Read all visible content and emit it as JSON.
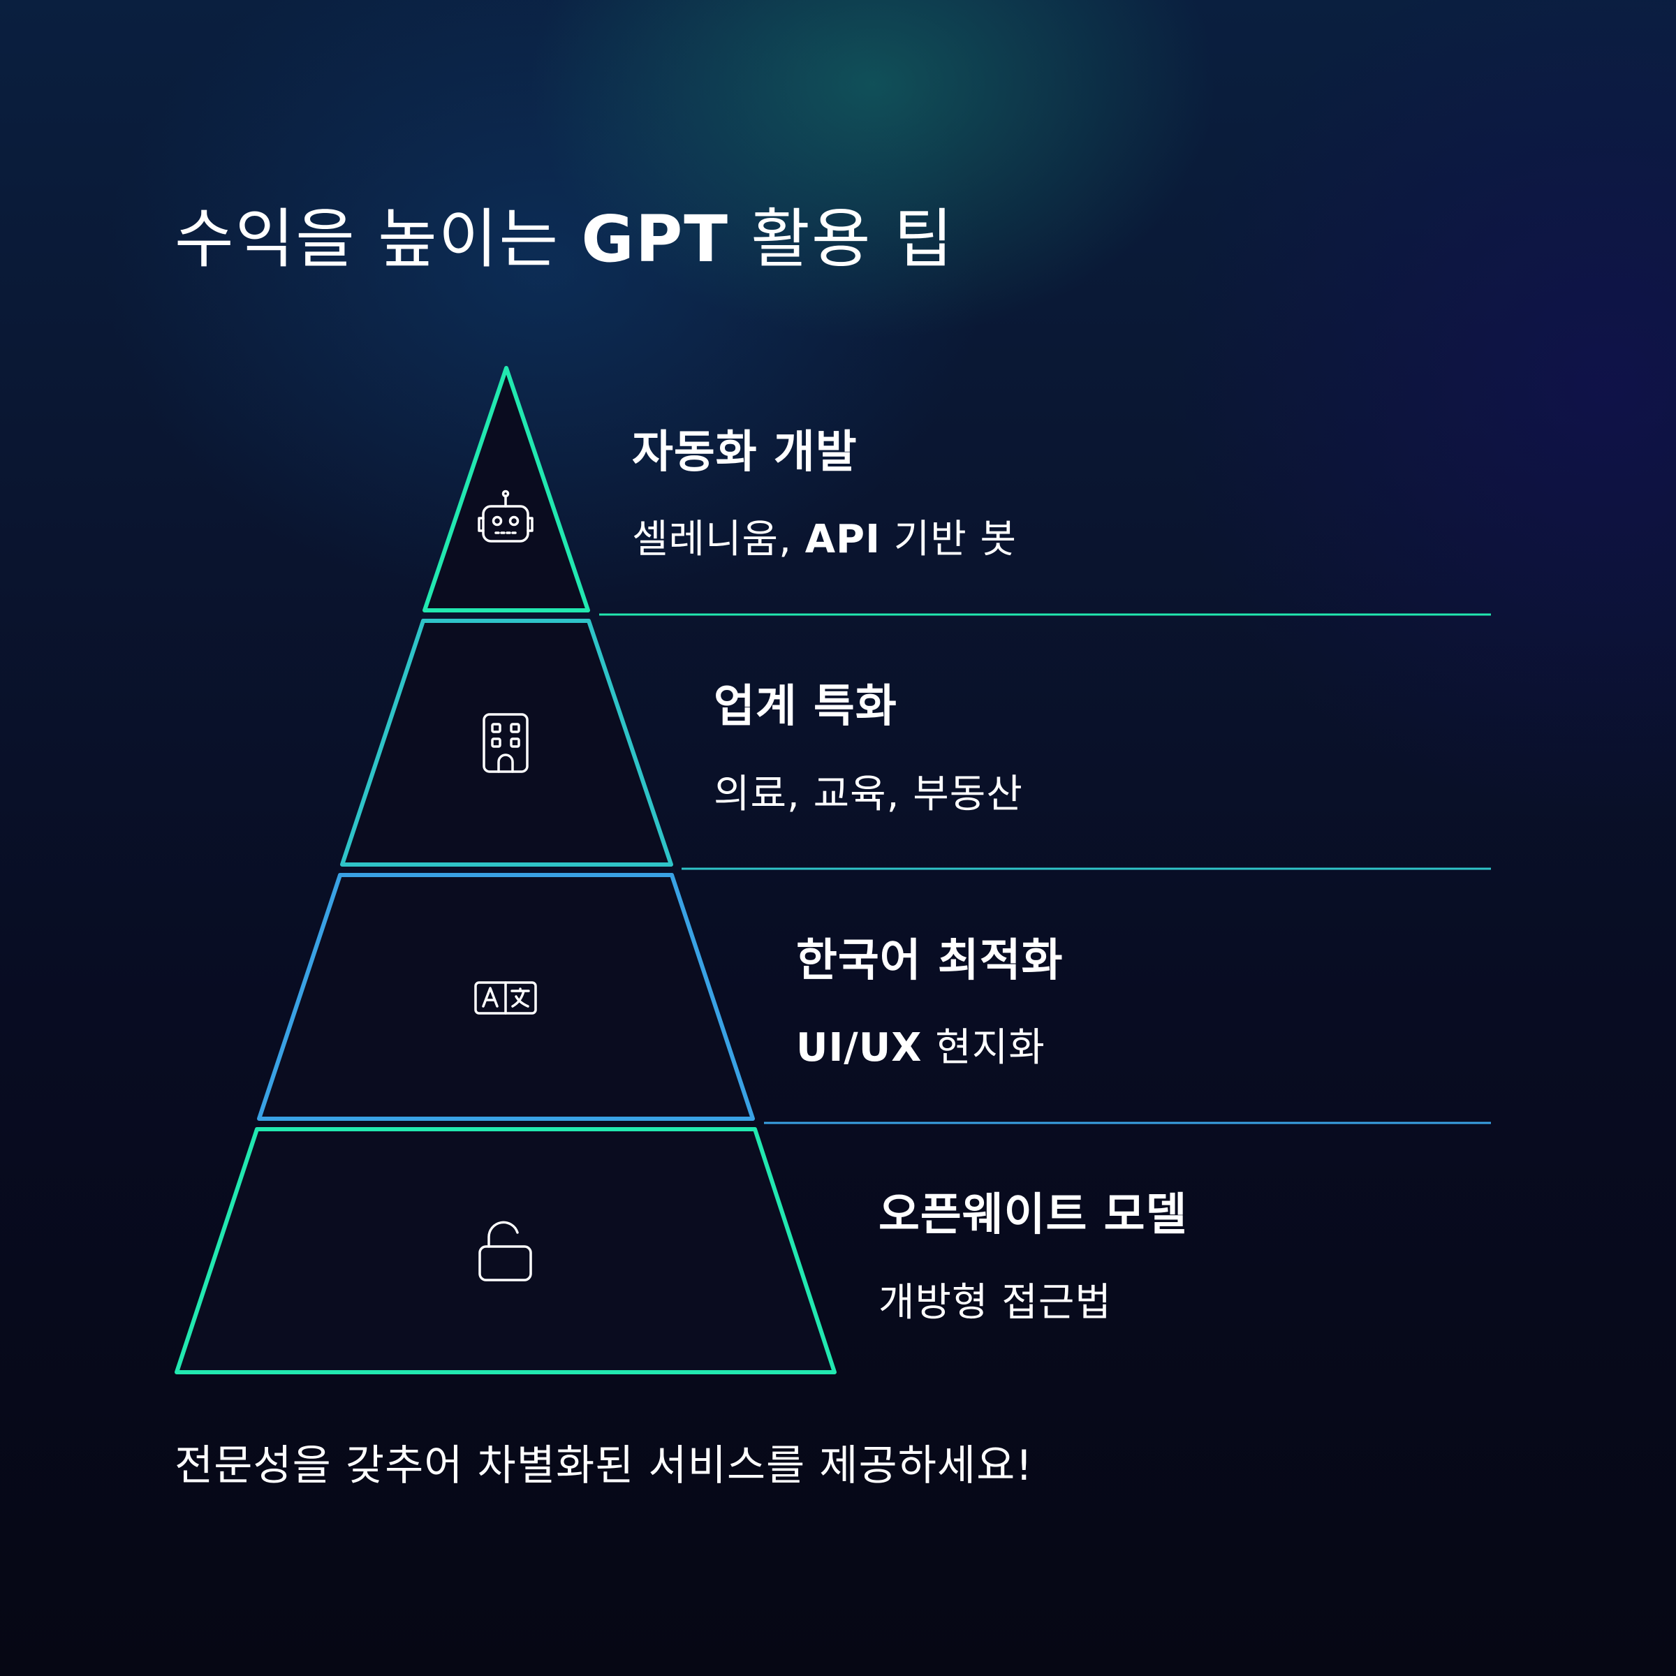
{
  "title": {
    "text": "수익을 높이는 ",
    "emphasis": "GPT",
    "suffix": " 활용 팁"
  },
  "tiers": [
    {
      "heading": "자동화 개발",
      "sub_pre": "셀레니움, ",
      "sub_em": "API",
      "sub_post": " 기반 봇",
      "icon": "robot-icon",
      "color": "#22e8b0"
    },
    {
      "heading": "업계 특화",
      "sub_pre": "의료, 교육, 부동산",
      "sub_em": "",
      "sub_post": "",
      "icon": "building-icon",
      "color": "#2fc4c8"
    },
    {
      "heading": "한국어 최적화",
      "sub_pre": "",
      "sub_em": "UI/UX",
      "sub_post": " 현지화",
      "icon": "translate-icon",
      "color": "#3aa2e4"
    },
    {
      "heading": "오픈웨이트 모델",
      "sub_pre": "개방형 접근법",
      "sub_em": "",
      "sub_post": "",
      "icon": "unlock-icon",
      "color": "#22e8b0"
    }
  ],
  "footer": "전문성을 갖추어 차별화된 서비스를 제공하세요!",
  "colors": {
    "background": "#070818",
    "text": "#ffffff",
    "icon_stroke": "#ffffff"
  }
}
